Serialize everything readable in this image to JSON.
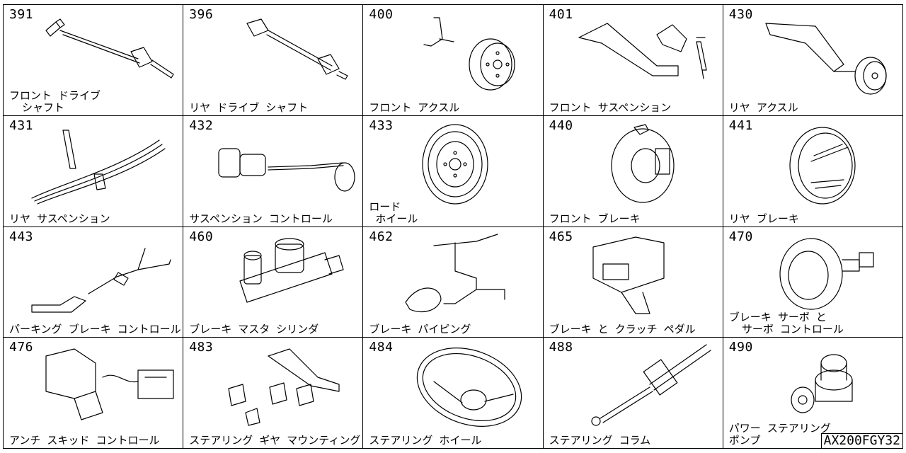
{
  "catalog_code": "AX200FGY32",
  "parts": [
    {
      "code": "391",
      "label": "フロント ドライブ\n  シャフト",
      "icon": "front-drive-shaft-icon"
    },
    {
      "code": "396",
      "label": "リヤ ドライブ シャフト",
      "icon": "rear-drive-shaft-icon"
    },
    {
      "code": "400",
      "label": "フロント アクスル",
      "icon": "front-axle-icon"
    },
    {
      "code": "401",
      "label": "フロント サスペンション",
      "icon": "front-suspension-icon"
    },
    {
      "code": "430",
      "label": "リヤ アクスル",
      "icon": "rear-axle-icon"
    },
    {
      "code": "431",
      "label": "リヤ サスペンション",
      "icon": "rear-suspension-icon"
    },
    {
      "code": "432",
      "label": "サスペンション コントロール",
      "icon": "suspension-control-icon"
    },
    {
      "code": "433",
      "label": "ロード\n ホイール",
      "icon": "road-wheel-icon"
    },
    {
      "code": "440",
      "label": "フロント ブレーキ",
      "icon": "front-brake-icon"
    },
    {
      "code": "441",
      "label": "リヤ ブレーキ",
      "icon": "rear-brake-icon"
    },
    {
      "code": "443",
      "label": "パーキング ブレーキ コントロール",
      "icon": "parking-brake-control-icon"
    },
    {
      "code": "460",
      "label": "ブレーキ マスタ シリンダ",
      "icon": "brake-master-cylinder-icon"
    },
    {
      "code": "462",
      "label": "ブレーキ パイピング",
      "icon": "brake-piping-icon"
    },
    {
      "code": "465",
      "label": "ブレーキ と クラッチ ペダル",
      "icon": "brake-clutch-pedal-icon"
    },
    {
      "code": "470",
      "label": "ブレーキ サーボ と\n  サーボ コントロール",
      "icon": "brake-servo-icon"
    },
    {
      "code": "476",
      "label": "アンチ スキッド コントロール",
      "icon": "anti-skid-control-icon"
    },
    {
      "code": "483",
      "label": "ステアリング ギヤ マウンティング",
      "icon": "steering-gear-mounting-icon"
    },
    {
      "code": "484",
      "label": "ステアリング ホイール",
      "icon": "steering-wheel-icon"
    },
    {
      "code": "488",
      "label": "ステアリング コラム",
      "icon": "steering-column-icon"
    },
    {
      "code": "490",
      "label": "パワー ステアリング\nポンプ",
      "icon": "power-steering-pump-icon"
    }
  ]
}
